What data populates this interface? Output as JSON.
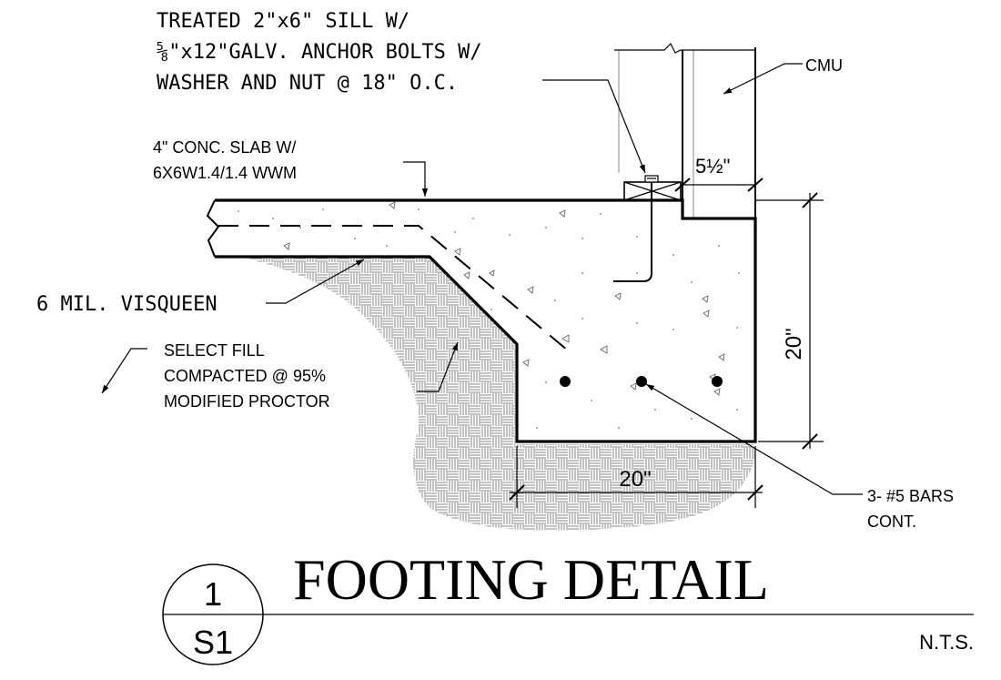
{
  "labels": {
    "sill_line1": "TREATED 2\"x6\" SILL W/",
    "sill_line2": "⅝\"x12\"GALV. ANCHOR BOLTS W/",
    "sill_line3": "WASHER AND NUT @ 18\" O.C.",
    "cmu": "CMU",
    "slab_line1": "4\" CONC. SLAB W/",
    "slab_line2": "6X6W1.4/1.4 WWM",
    "visqueen": "6 MIL. VISQUEEN",
    "fill_line1": "SELECT FILL",
    "fill_line2": "COMPACTED @ 95%",
    "fill_line3": "MODIFIED PROCTOR",
    "bars_line1": "3- #5 BARS",
    "bars_line2": "CONT."
  },
  "dimensions": {
    "wall_width_whole": "5",
    "wall_width_frac": "½",
    "wall_width_inch": "\"",
    "footing_depth": "20\"",
    "footing_width": "20\""
  },
  "title_block": {
    "detail_number": "1",
    "sheet_number": "S1",
    "title": "FOOTING DETAIL",
    "scale": "N.T.S."
  },
  "colors": {
    "ink": "#000000",
    "hatch": "#8a8a8a",
    "paper": "#ffffff"
  }
}
